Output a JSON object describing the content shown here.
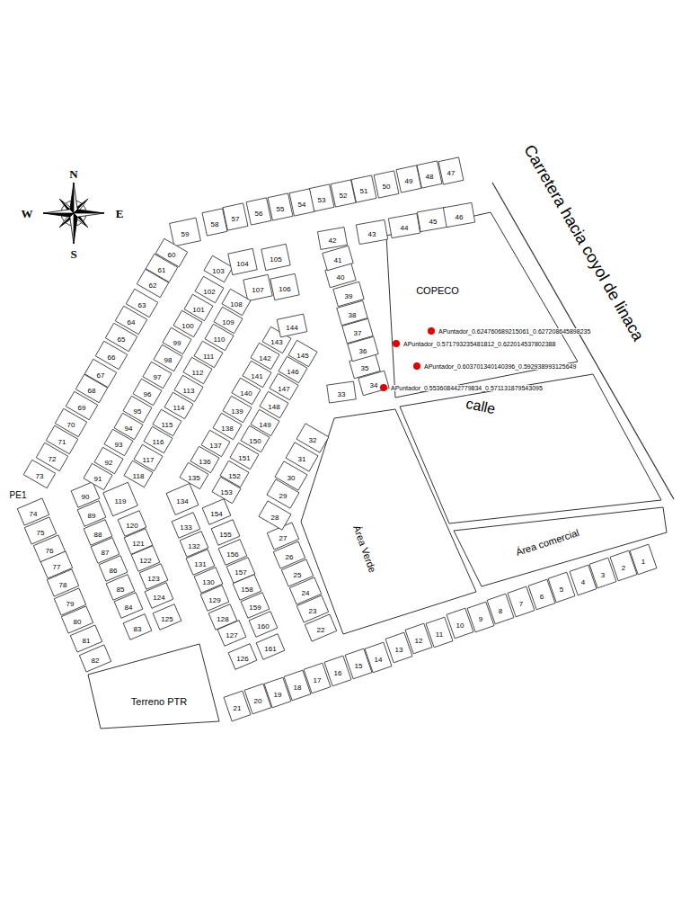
{
  "diagram": {
    "labels": [
      "N",
      "W",
      "E",
      "S",
      "1",
      "2",
      "3",
      "4",
      "5",
      "6",
      "7",
      "8",
      "9",
      "10",
      "11",
      "12",
      "13",
      "14",
      "15",
      "16",
      "17",
      "18",
      "19",
      "20",
      "21",
      "22",
      "23",
      "24",
      "25",
      "26",
      "27",
      "28",
      "29",
      "30",
      "31",
      "32",
      "33",
      "34",
      "35",
      "36",
      "37",
      "38",
      "39",
      "40",
      "41",
      "42",
      "43",
      "44",
      "45",
      "46",
      "47",
      "48",
      "49",
      "50",
      "51",
      "52",
      "53",
      "54",
      "55",
      "56",
      "57",
      "58",
      "59",
      "60",
      "61",
      "62",
      "63",
      "64",
      "65",
      "66",
      "67",
      "68",
      "69",
      "70",
      "71",
      "72",
      "73",
      "74",
      "75",
      "76",
      "77",
      "78",
      "79",
      "80",
      "81",
      "82",
      "83",
      "84",
      "85",
      "86",
      "87",
      "88",
      "89",
      "90",
      "91",
      "92",
      "93",
      "94",
      "95",
      "96",
      "97",
      "98",
      "99",
      "100",
      "101",
      "102",
      "103",
      "104",
      "105",
      "106",
      "107",
      "108",
      "109",
      "110",
      "111",
      "112",
      "113",
      "114",
      "115",
      "116",
      "117",
      "118",
      "119",
      "120",
      "121",
      "122",
      "123",
      "124",
      "125",
      "126",
      "127",
      "128",
      "129",
      "130",
      "131",
      "132",
      "133",
      "134",
      "135",
      "136",
      "137",
      "138",
      "139",
      "140",
      "141",
      "142",
      "143",
      "144",
      "145",
      "146",
      "147",
      "148",
      "149",
      "150",
      "151",
      "152",
      "153",
      "154",
      "155",
      "156",
      "157",
      "158",
      "159",
      "160",
      "161",
      "PE1",
      "COPECO",
      "Área Verde",
      "Área comercial",
      "Terreno PTR",
      "Carretera hacia coyol de linaca",
      "calle",
      "APuntador_0.624760689215061_0.627208645898235",
      "APuntador_0.571793235481812_0.622014537802388",
      "APuntador_0.603701340140396_0.592938993125649",
      "APuntador_0.553608442779834_0.571131879543095"
    ]
  }
}
